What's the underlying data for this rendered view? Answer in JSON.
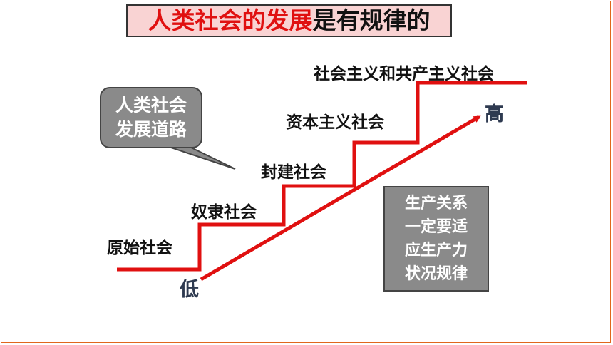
{
  "title": {
    "part_red": "人类社会的发展",
    "part_black": "是有规律的"
  },
  "stages": [
    "原始社会",
    "奴隶社会",
    "封建社会",
    "资本主义社会",
    "社会主义和共产主义社会"
  ],
  "low_label": "低",
  "high_label": "高",
  "bubble": {
    "line1": "人类社会",
    "line2": "发展道路"
  },
  "rule_box": {
    "line1": "生产关系",
    "line2": "一定要适",
    "line3": "应生产力",
    "line4": "状况规律"
  },
  "colors": {
    "stairs": "#e01010",
    "title_bg": "#f9d3d3",
    "box_bg": "#8a8a8a",
    "frame": "#e0661c"
  }
}
